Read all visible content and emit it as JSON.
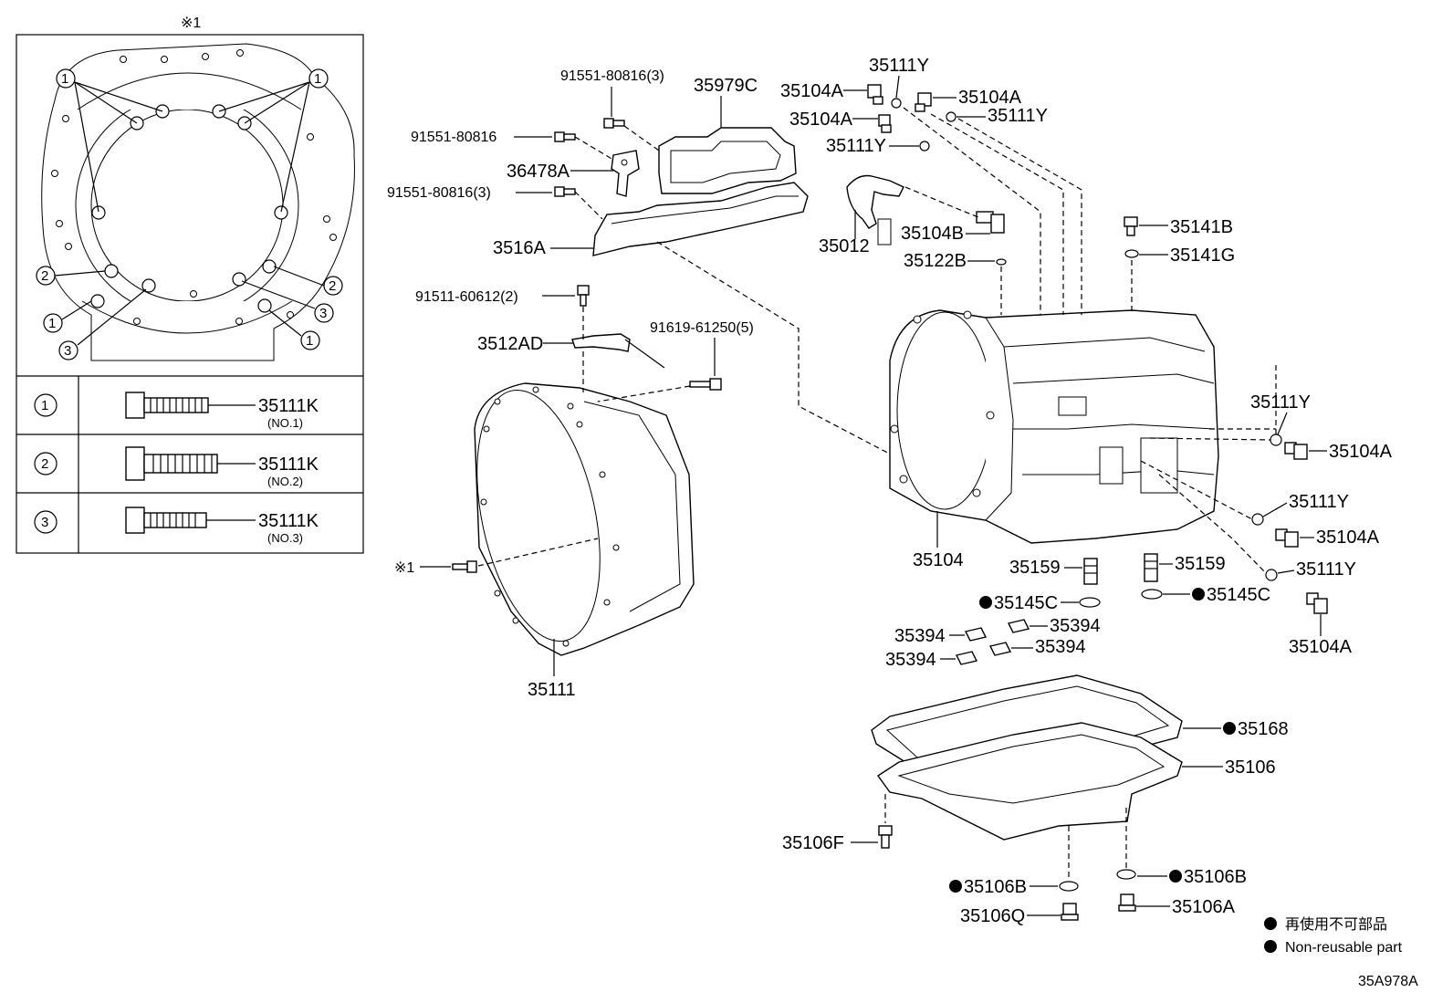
{
  "inset": {
    "marker": "※1",
    "callouts": [
      "1",
      "2",
      "3"
    ],
    "table_rows": [
      {
        "num": "1",
        "part": "35111K",
        "sub": "(NO.1)"
      },
      {
        "num": "2",
        "part": "35111K",
        "sub": "(NO.2)"
      },
      {
        "num": "3",
        "part": "35111K",
        "sub": "(NO.3)"
      }
    ]
  },
  "labels": {
    "p91551_80816_3_top": "91551-80816(3)",
    "p35979C": "35979C",
    "p91551_80816": "91551-80816",
    "p36478A": "36478A",
    "p91551_80816_3": "91551-80816(3)",
    "p3516A": "3516A",
    "p91511_60612_2": "91511-60612(2)",
    "p3512AD": "3512AD",
    "p91619_61250_5": "91619-61250(5)",
    "p_ref1": "※1",
    "p35111": "35111",
    "p35111Y_top": "35111Y",
    "p35104A_l1": "35104A",
    "p35104A_r1": "35104A",
    "p35104A_l2": "35104A",
    "p35111Y_r1": "35111Y",
    "p35111Y_l2": "35111Y",
    "p35104B": "35104B",
    "p35012": "35012",
    "p35122B": "35122B",
    "p35141B": "35141B",
    "p35141G": "35141G",
    "p35111Y_side1": "35111Y",
    "p35104A_side1": "35104A",
    "p35111Y_side2": "35111Y",
    "p35104A_side2": "35104A",
    "p35111Y_side3": "35111Y",
    "p35104A_side3": "35104A",
    "p35104": "35104",
    "p35159_l": "35159",
    "p35159_r": "35159",
    "p35145C_l": "35145C",
    "p35145C_r": "35145C",
    "p35394_a": "35394",
    "p35394_b": "35394",
    "p35394_c": "35394",
    "p35394_d": "35394",
    "p35168": "35168",
    "p35106": "35106",
    "p35106F": "35106F",
    "p35106B_l": "35106B",
    "p35106B_r": "35106B",
    "p35106Q": "35106Q",
    "p35106A": "35106A"
  },
  "legend": {
    "jp": "再使用不可部品",
    "en": "Non-reusable part"
  },
  "diagram_code": "35A978A",
  "nonreusable_marker_color": "#000000"
}
